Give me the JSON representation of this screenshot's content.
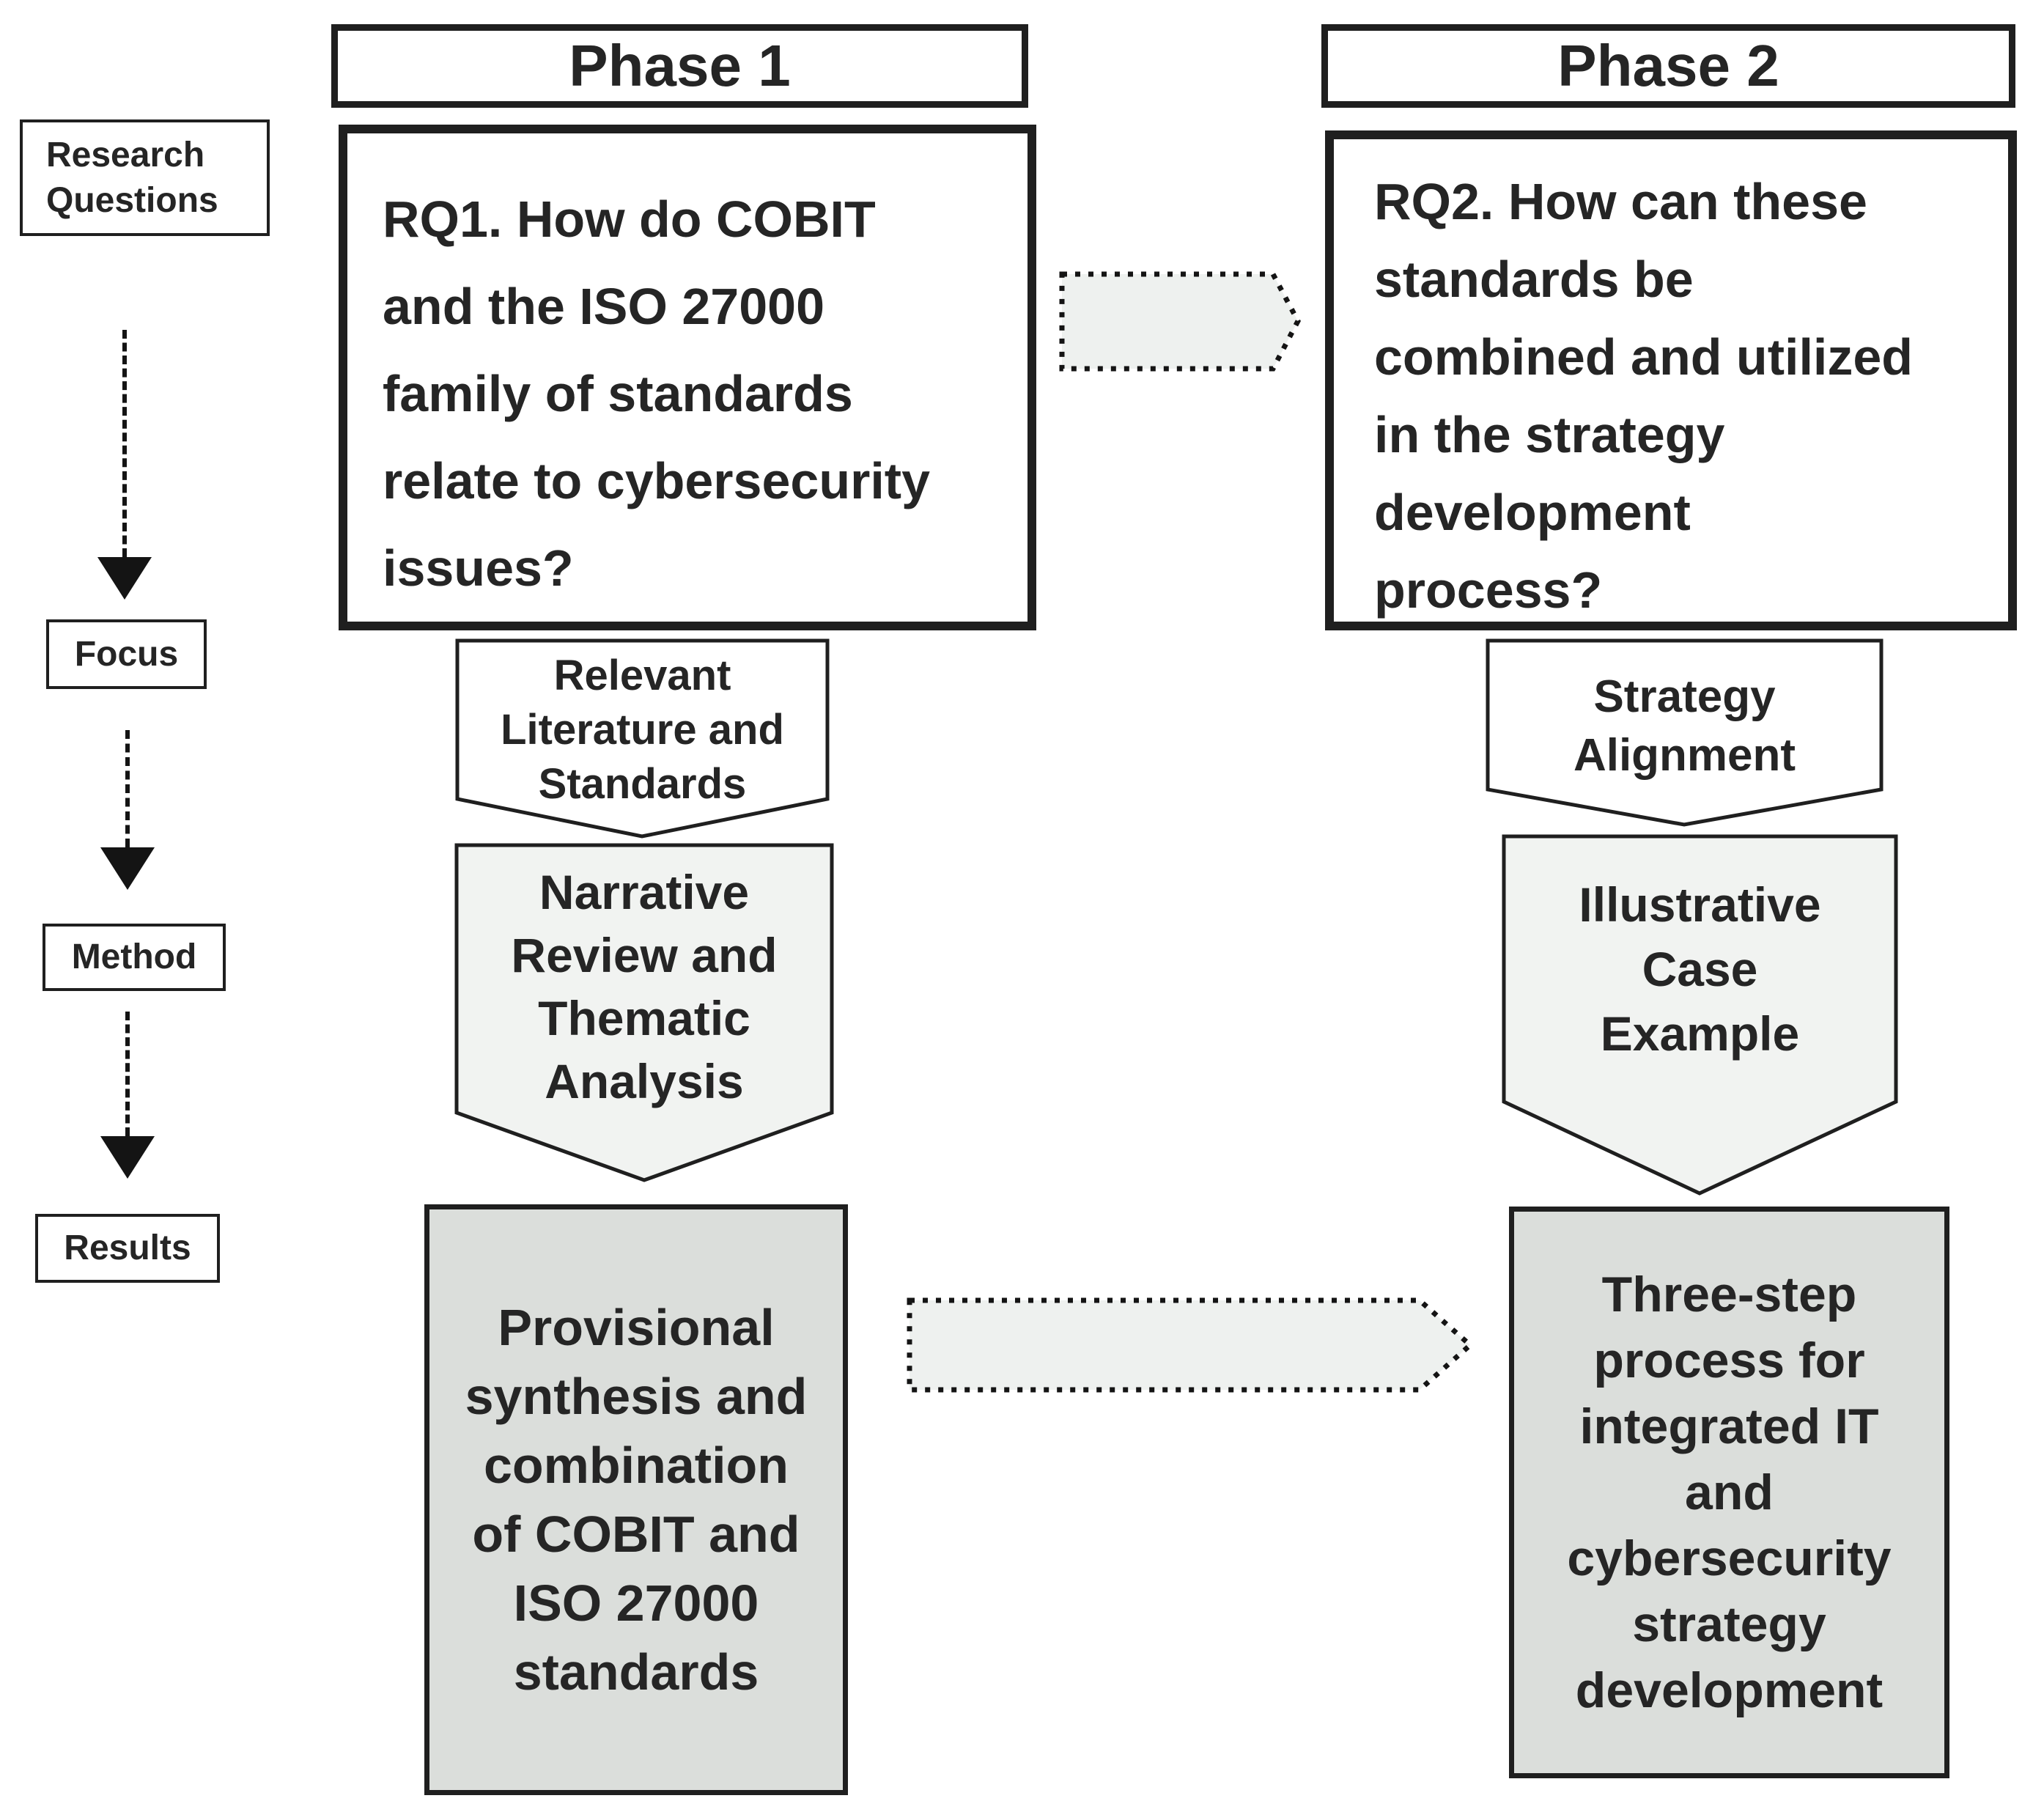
{
  "diagram_title": "Two-phase research design flow diagram",
  "sidebar": {
    "research_questions": "Research Questions",
    "focus": "Focus",
    "method": "Method",
    "results": "Results"
  },
  "phase1": {
    "header": "Phase 1",
    "rq_lines": [
      "RQ1. How do COBIT",
      "and the ISO 27000",
      "family of standards",
      "relate to cybersecurity",
      "issues?"
    ],
    "focus_lines": [
      "Relevant",
      "Literature and",
      "Standards"
    ],
    "method_lines": [
      "Narrative",
      "Review and",
      "Thematic",
      "Analysis"
    ],
    "result_lines": [
      "Provisional",
      "synthesis and",
      "combination",
      "of COBIT and",
      "ISO 27000",
      "standards"
    ]
  },
  "phase2": {
    "header": "Phase 2",
    "rq_lines": [
      "RQ2. How can these",
      "standards be",
      "combined and utilized",
      "in the strategy",
      "development",
      "process?"
    ],
    "focus_lines": [
      "Strategy",
      "Alignment"
    ],
    "method_lines": [
      "Illustrative",
      "Case",
      "Example"
    ],
    "result_lines": [
      "Three-step",
      "process for",
      "integrated IT",
      "and",
      "cybersecurity",
      "strategy",
      "development"
    ]
  },
  "colors": {
    "outline": "#1f1f1f",
    "text": "#252525",
    "white_fill": "#ffffff",
    "pentagon_fill": "#f1f3f1",
    "result_fill": "#dbdedb",
    "dotted_arrow_fill": "#eef1ef",
    "background": "#ffffff"
  }
}
